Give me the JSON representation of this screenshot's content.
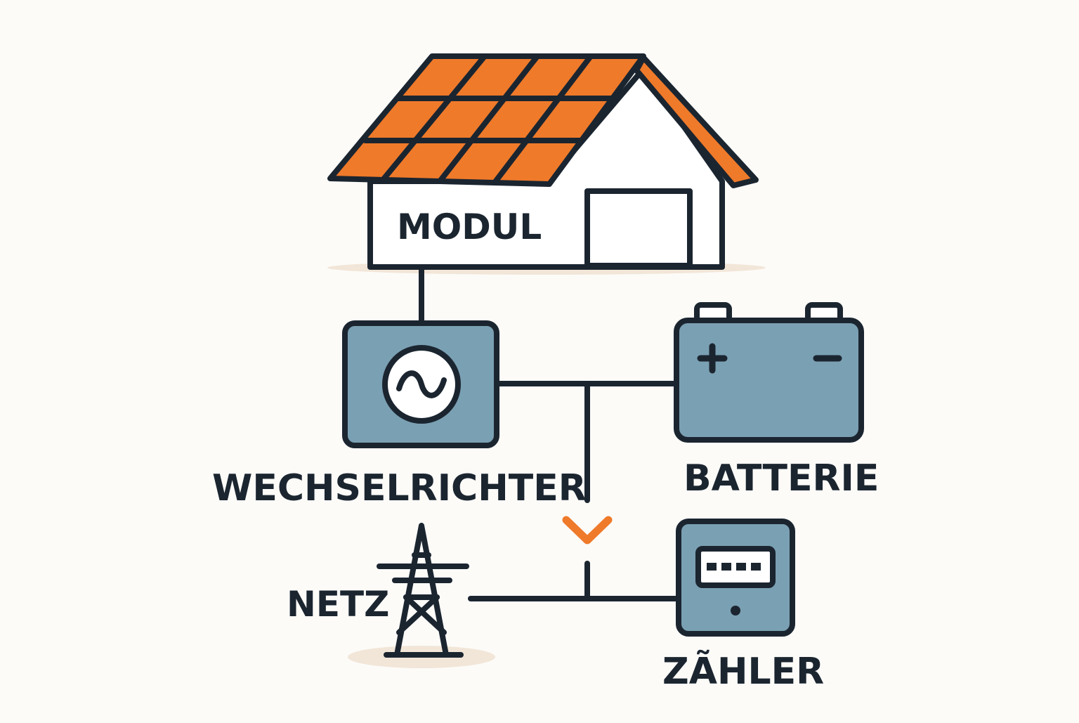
{
  "labels": {
    "module": "MODUL",
    "inverter": "WECHSELRICHTER",
    "battery": "BATTERIE",
    "grid": "NETZ",
    "meter": "ZÃHLER"
  },
  "icons": {
    "house": "house-icon",
    "solar_panels": "solar-panel-roof-icon",
    "inverter": "inverter-sine-wave-icon",
    "battery": "battery-icon",
    "battery_plus": "plus-icon",
    "battery_minus": "minus-icon",
    "grid": "power-pylon-icon",
    "meter": "electricity-meter-icon",
    "flow_arrow": "chevron-down-icon"
  },
  "colors": {
    "background": "#fcfbf8",
    "outline": "#1b2530",
    "solar_orange": "#ef7a2a",
    "device_blue": "#7aa0b3",
    "arrow_orange": "#ef7a2a",
    "ground_shadow": "#f2e6d8"
  }
}
